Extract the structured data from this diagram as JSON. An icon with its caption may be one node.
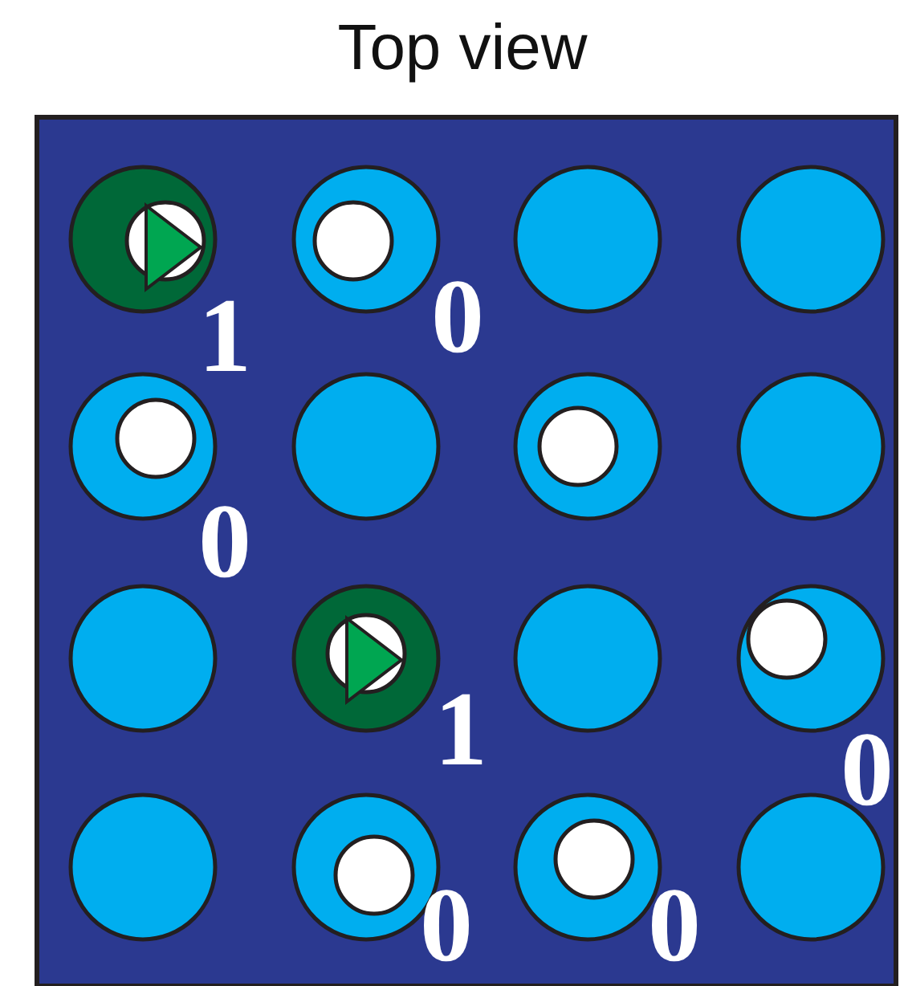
{
  "diagram": {
    "title": "Top view",
    "labels": [
      "1",
      "0",
      "0",
      "1",
      "0",
      "0",
      "0"
    ]
  }
}
